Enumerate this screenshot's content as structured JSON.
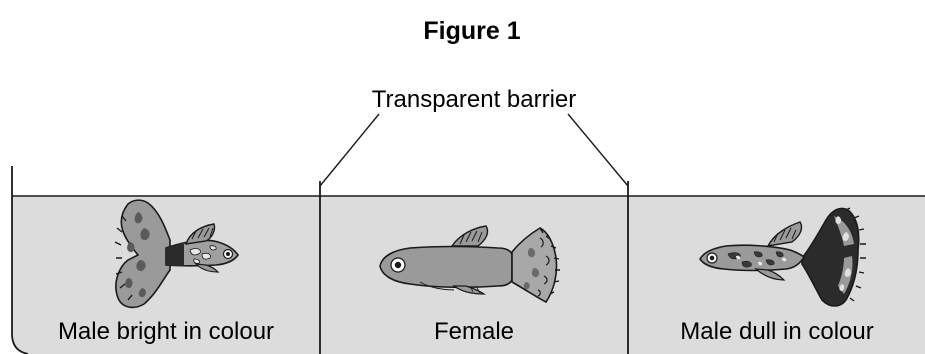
{
  "figure": {
    "title": "Figure 1",
    "barrier_label": "Transparent barrier",
    "compartments": [
      {
        "label": "Male bright in colour",
        "fish_icon": "male-guppy-bright-icon",
        "fish_facing": "right"
      },
      {
        "label": "Female",
        "fish_icon": "female-guppy-icon",
        "fish_facing": "left"
      },
      {
        "label": "Male dull in colour",
        "fish_icon": "male-guppy-dull-icon",
        "fish_facing": "left"
      }
    ],
    "colors": {
      "water": "#dcdcdc",
      "outline": "#1a1a1a",
      "fish_body": "#9a9a9a",
      "fish_dark": "#2b2b2b",
      "fish_light": "#e8e8e8"
    }
  }
}
